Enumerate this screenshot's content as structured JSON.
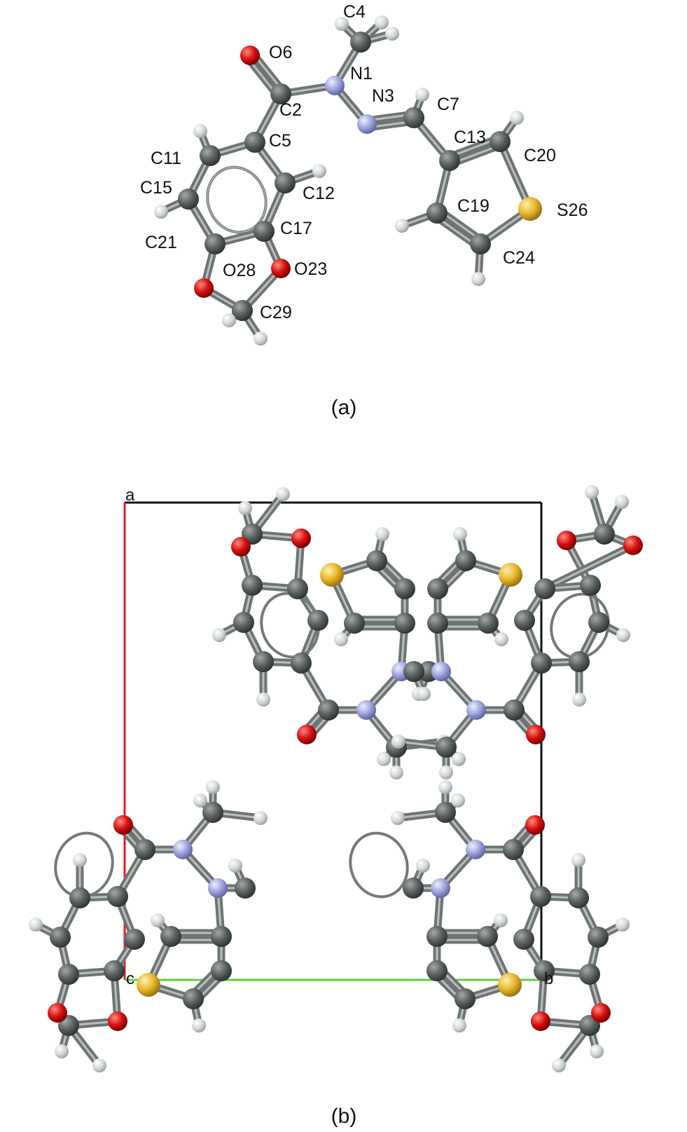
{
  "panels": {
    "a": "(a)",
    "b": "(b)"
  },
  "atom_colors": {
    "C": "#5b6161",
    "H": "#d7dcdc",
    "O": "#d61010",
    "N": "#9da4dd",
    "S": "#e7b62a"
  },
  "axis_colors": {
    "a": "#e01f1f",
    "b": "#5fd13a",
    "frame": "#111111"
  },
  "axis_labels": {
    "a": "a",
    "b": "b",
    "c": "c"
  },
  "atom_labels": {
    "C4": "C4",
    "O6": "O6",
    "N1": "N1",
    "N3": "N3",
    "C2": "C2",
    "C7": "C7",
    "C5": "C5",
    "C13": "C13",
    "C20": "C20",
    "C11": "C11",
    "C12": "C12",
    "C15": "C15",
    "C19": "C19",
    "S26": "S26",
    "C17": "C17",
    "C21": "C21",
    "C24": "C24",
    "O28": "O28",
    "O23": "O23",
    "C29": "C29"
  }
}
